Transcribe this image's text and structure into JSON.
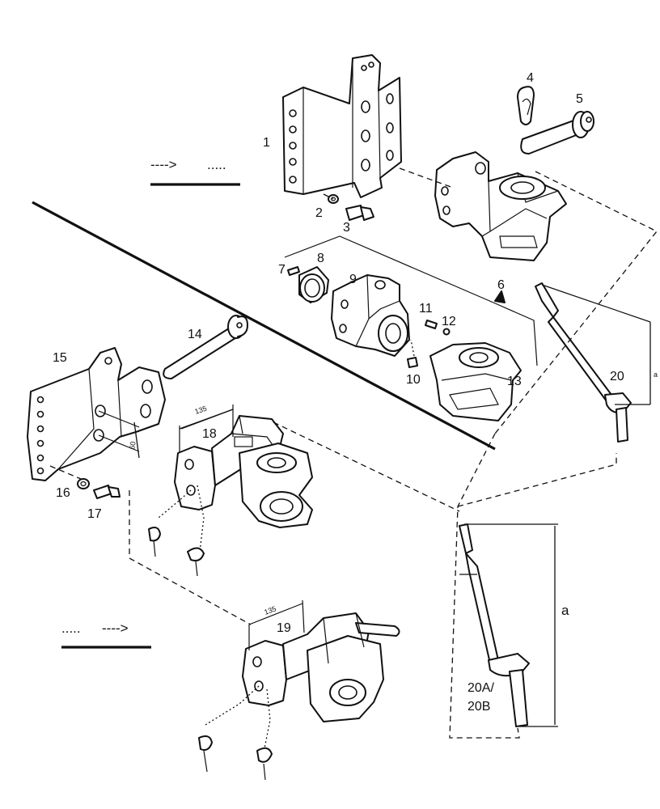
{
  "legend": {
    "top_dashed": "---->",
    "top_dotted": ".....",
    "bottom_dotted": ".....",
    "bottom_dashed": "---->"
  },
  "labels": {
    "p1": "1",
    "p2": "2",
    "p3": "3",
    "p4": "4",
    "p5": "5",
    "p6": "6",
    "p7": "7",
    "p8": "8",
    "p9": "9",
    "p10": "10",
    "p11": "11",
    "p12": "12",
    "p13": "13",
    "p14": "14",
    "p15": "15",
    "p16": "16",
    "p17": "17",
    "p18": "18",
    "p19": "19",
    "p20": "20",
    "p20ab_line1": "20A/",
    "p20ab_line2": "20B"
  },
  "dimensions": {
    "d135_a": "135",
    "d135_b": "135",
    "d60": "60",
    "a_small": "a",
    "a_large": "a"
  },
  "colors": {
    "ink": "#111111",
    "paper": "#ffffff"
  }
}
